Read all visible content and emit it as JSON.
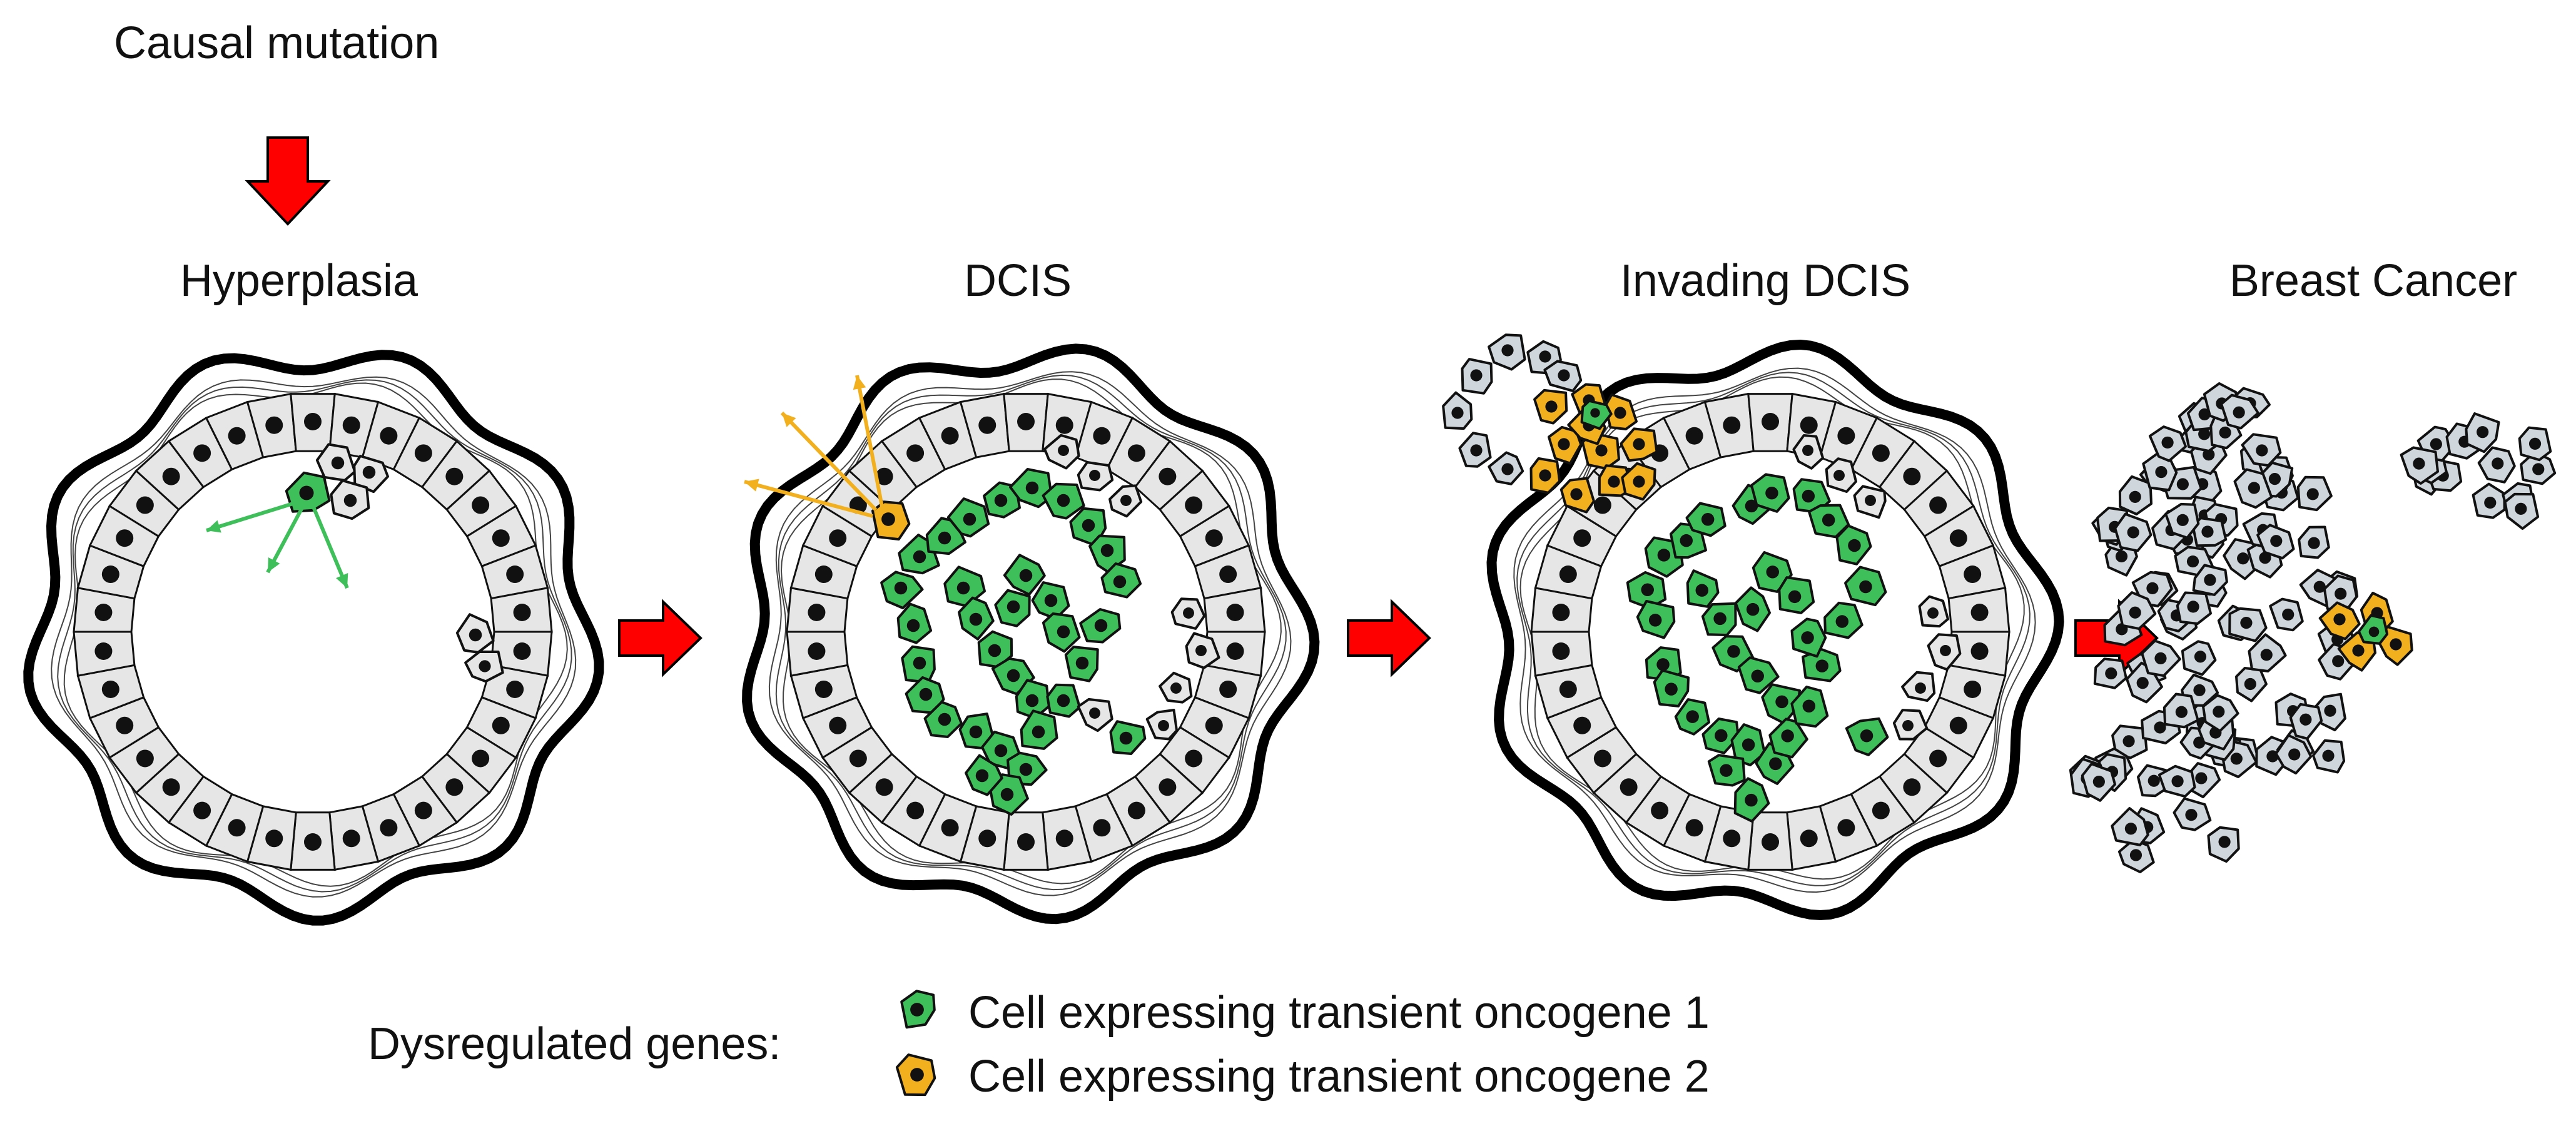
{
  "labels": {
    "causal_mutation": "Causal mutation",
    "stages": [
      "Hyperplasia",
      "DCIS",
      "Invading DCIS",
      "Breast Cancer"
    ]
  },
  "legend": {
    "title": "Dysregulated genes:",
    "items": [
      {
        "label": "Cell expressing transient oncogene 1",
        "color": "#3fbf5a"
      },
      {
        "label": "Cell expressing transient oncogene 2",
        "color": "#f2b01e"
      }
    ]
  },
  "colors": {
    "arrow": "#ff0000",
    "normal_cell": "#e6e6e6",
    "tumor_cell": "#cfd6dc",
    "oncogene1": "#3fbf5a",
    "oncogene2": "#f2b01e",
    "outline": "#000000"
  },
  "icons": [
    "down-arrow-icon",
    "right-arrow-icon",
    "cell-icon"
  ]
}
